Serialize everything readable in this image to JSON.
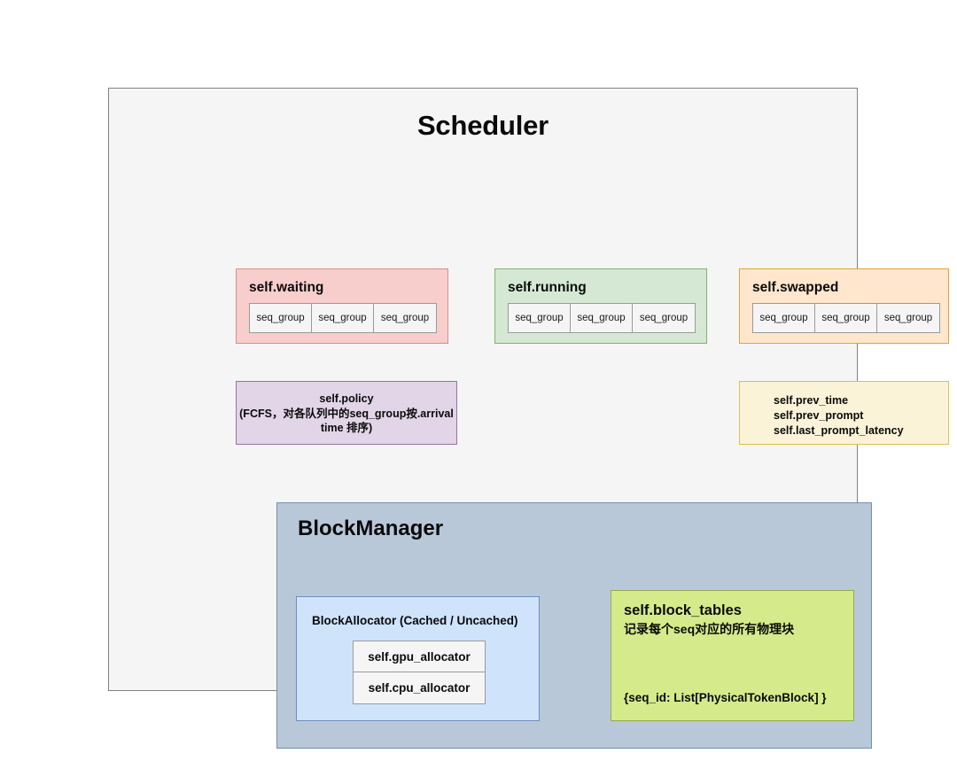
{
  "diagram": {
    "title": "Scheduler",
    "queues": [
      {
        "name": "self.waiting",
        "accent": "#f8cecc",
        "border": "#d98d8a",
        "items": [
          "seq_group",
          "seq_group",
          "seq_group"
        ]
      },
      {
        "name": "self.running",
        "accent": "#d5e8d4",
        "border": "#82b366",
        "items": [
          "seq_group",
          "seq_group",
          "seq_group"
        ]
      },
      {
        "name": "self.swapped",
        "accent": "#ffe6cc",
        "border": "#e0a33a",
        "items": [
          "seq_group",
          "seq_group",
          "seq_group"
        ]
      }
    ],
    "policy": {
      "title": "self.policy",
      "description": "(FCFS，对各队列中的seq_group按.arrival time 排序)",
      "accent": "#e1d5e7",
      "border": "#9673a6"
    },
    "timing_attributes": {
      "lines": [
        "self.prev_time",
        "self.prev_prompt",
        "self.last_prompt_latency"
      ],
      "accent": "#fbf3d8",
      "border": "#ddbf53"
    },
    "block_manager": {
      "title": "BlockManager",
      "accent": "#b8c8d8",
      "border": "#7290ad",
      "block_allocator": {
        "title": "BlockAllocator (Cached / Uncached)",
        "accent": "#cfe3fb",
        "border": "#6c8ebf",
        "allocators": [
          "self.gpu_allocator",
          "self.cpu_allocator"
        ]
      },
      "block_tables": {
        "title": "self.block_tables",
        "description": "记录每个seq对应的所有物理块",
        "signature": "{seq_id: List[PhysicalTokenBlock] }",
        "accent": "#d5eb8b",
        "border": "#97a84f"
      }
    }
  }
}
